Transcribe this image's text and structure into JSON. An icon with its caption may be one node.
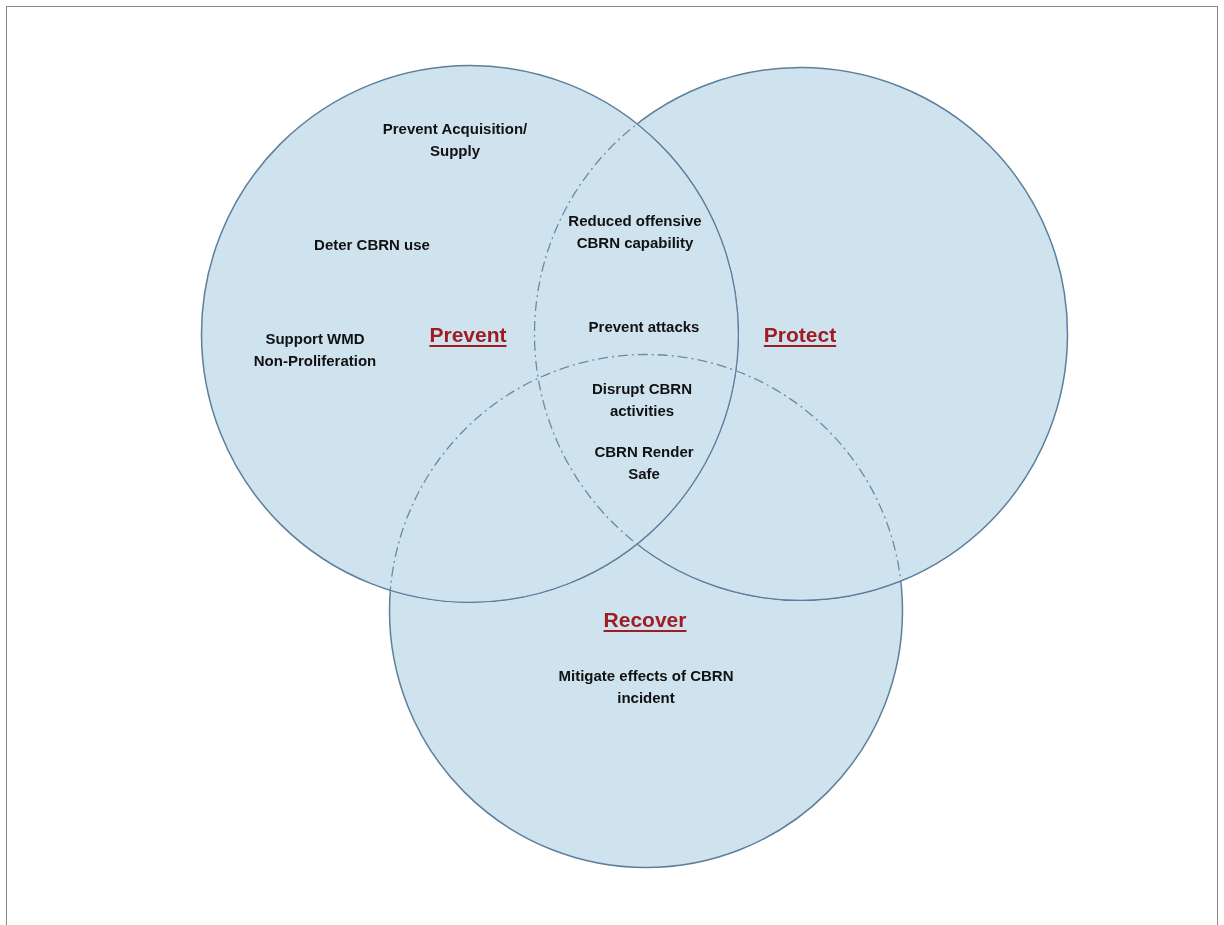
{
  "diagram": {
    "nodes": [
      {
        "text": [
          "Prevent",
          "Prevent Acquisition/ Supply",
          "Deter CBRN use",
          "Support WMD Non-Proliferation"
        ]
      },
      {
        "text": [
          "Protect"
        ]
      },
      {
        "text": [
          "Recover",
          "Mitigate effects of CBRN incident"
        ]
      }
    ],
    "edges": [],
    "labels": [
      "Reduced offensive CBRN capability",
      "Prevent attacks",
      "Disrupt CBRN activities",
      "CBRN Render Safe"
    ]
  }
}
